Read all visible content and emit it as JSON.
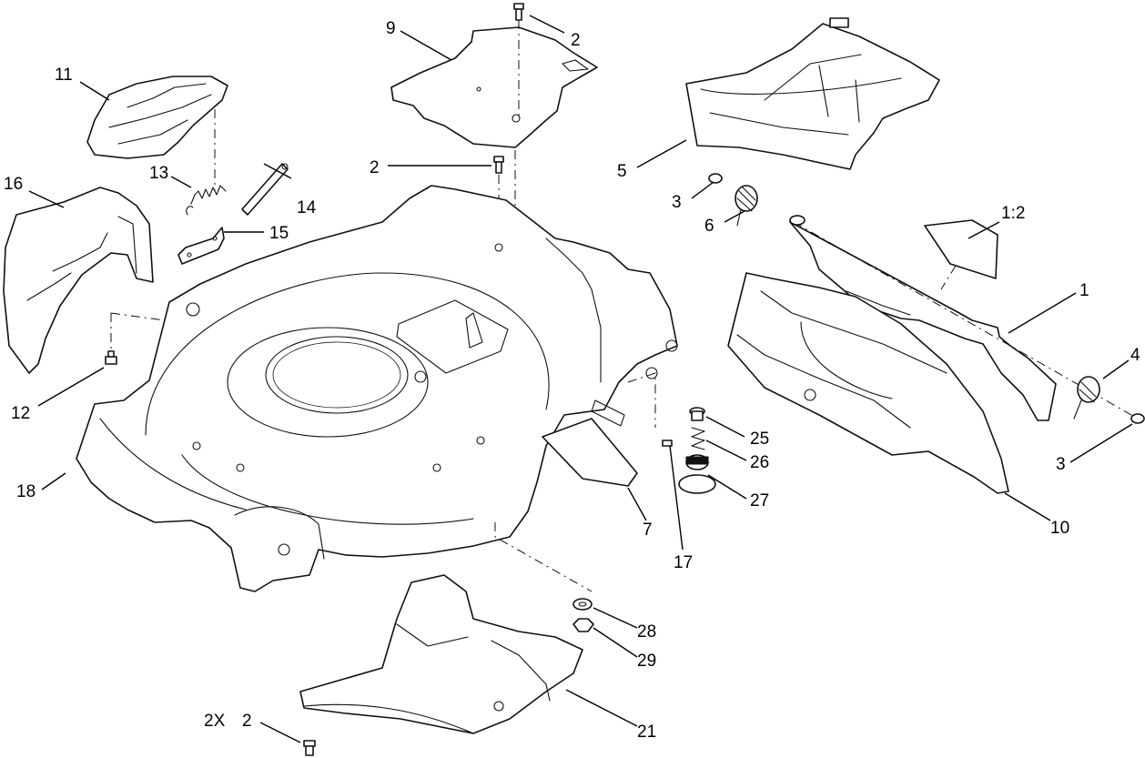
{
  "labels": {
    "p1": "1",
    "p1_2": "1:2",
    "p2a": "2",
    "p2b": "2",
    "p2c": "2",
    "p2x": "2X",
    "p3a": "3",
    "p3b": "3",
    "p4": "4",
    "p5": "5",
    "p6": "6",
    "p7": "7",
    "p9": "9",
    "p10": "10",
    "p11": "11",
    "p12": "12",
    "p13": "13",
    "p14": "14",
    "p15": "15",
    "p16": "16",
    "p17": "17",
    "p18": "18",
    "p21": "21",
    "p25": "25",
    "p26": "26",
    "p27": "27",
    "p28": "28",
    "p29": "29"
  }
}
